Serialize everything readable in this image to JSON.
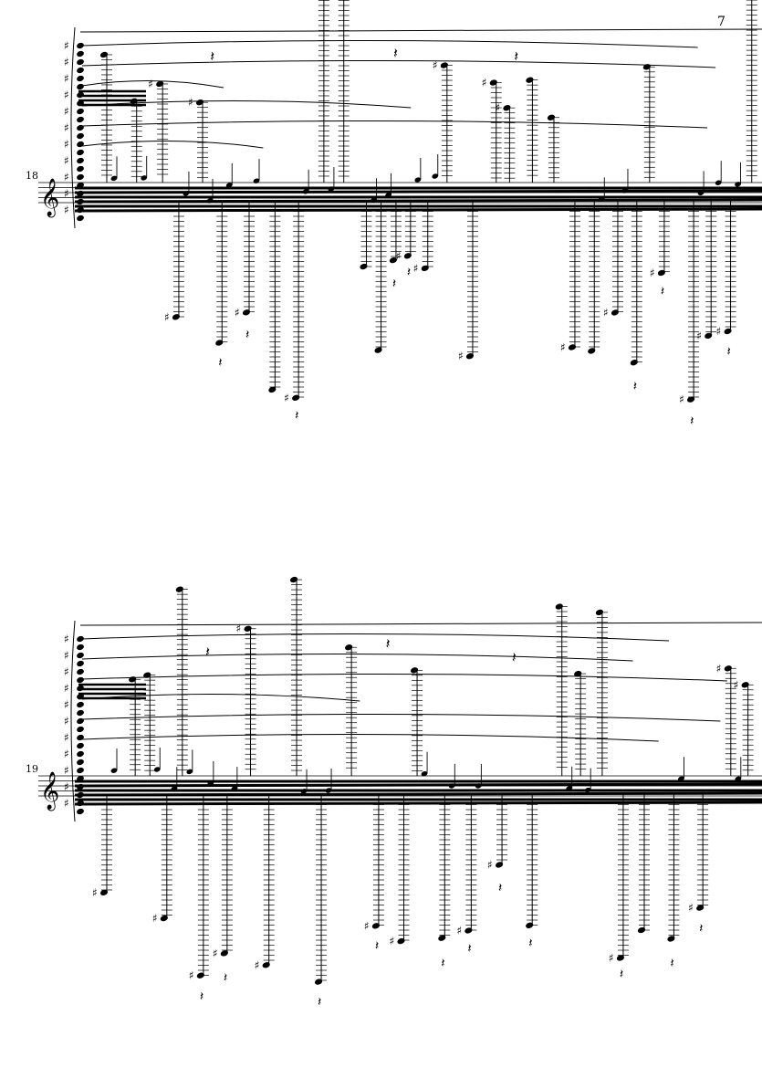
{
  "page": {
    "number": "7"
  },
  "systems": [
    {
      "measure_number": "18",
      "clef": "treble"
    },
    {
      "measure_number": "19",
      "clef": "treble"
    }
  ],
  "colors": {
    "ink": "#000000",
    "paper": "#ffffff"
  }
}
